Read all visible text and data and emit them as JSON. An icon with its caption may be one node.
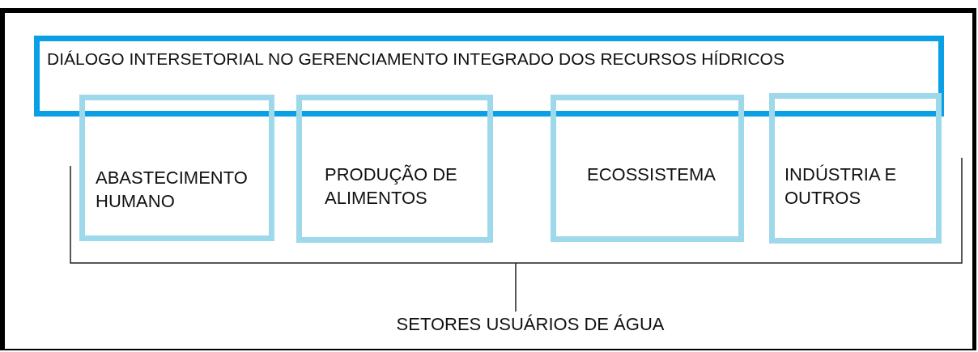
{
  "diagram": {
    "nodes": [
      {
        "text": [
          "DIÁLOGO INTERSETORIAL NO GERENCIAMENTO INTEGRADO DOS RECURSOS HÍDRICOS"
        ]
      },
      {
        "text": [
          "ABASTECIMENTO HUMANO"
        ]
      },
      {
        "text": [
          "PRODUÇÃO DE ALIMENTOS"
        ]
      },
      {
        "text": [
          "ECOSSISTEMA"
        ]
      },
      {
        "text": [
          "INDÚSTRIA E OUTROS"
        ]
      }
    ],
    "edges": [],
    "labels": [
      "SETORES USUÁRIOS DE ÁGUA"
    ]
  }
}
